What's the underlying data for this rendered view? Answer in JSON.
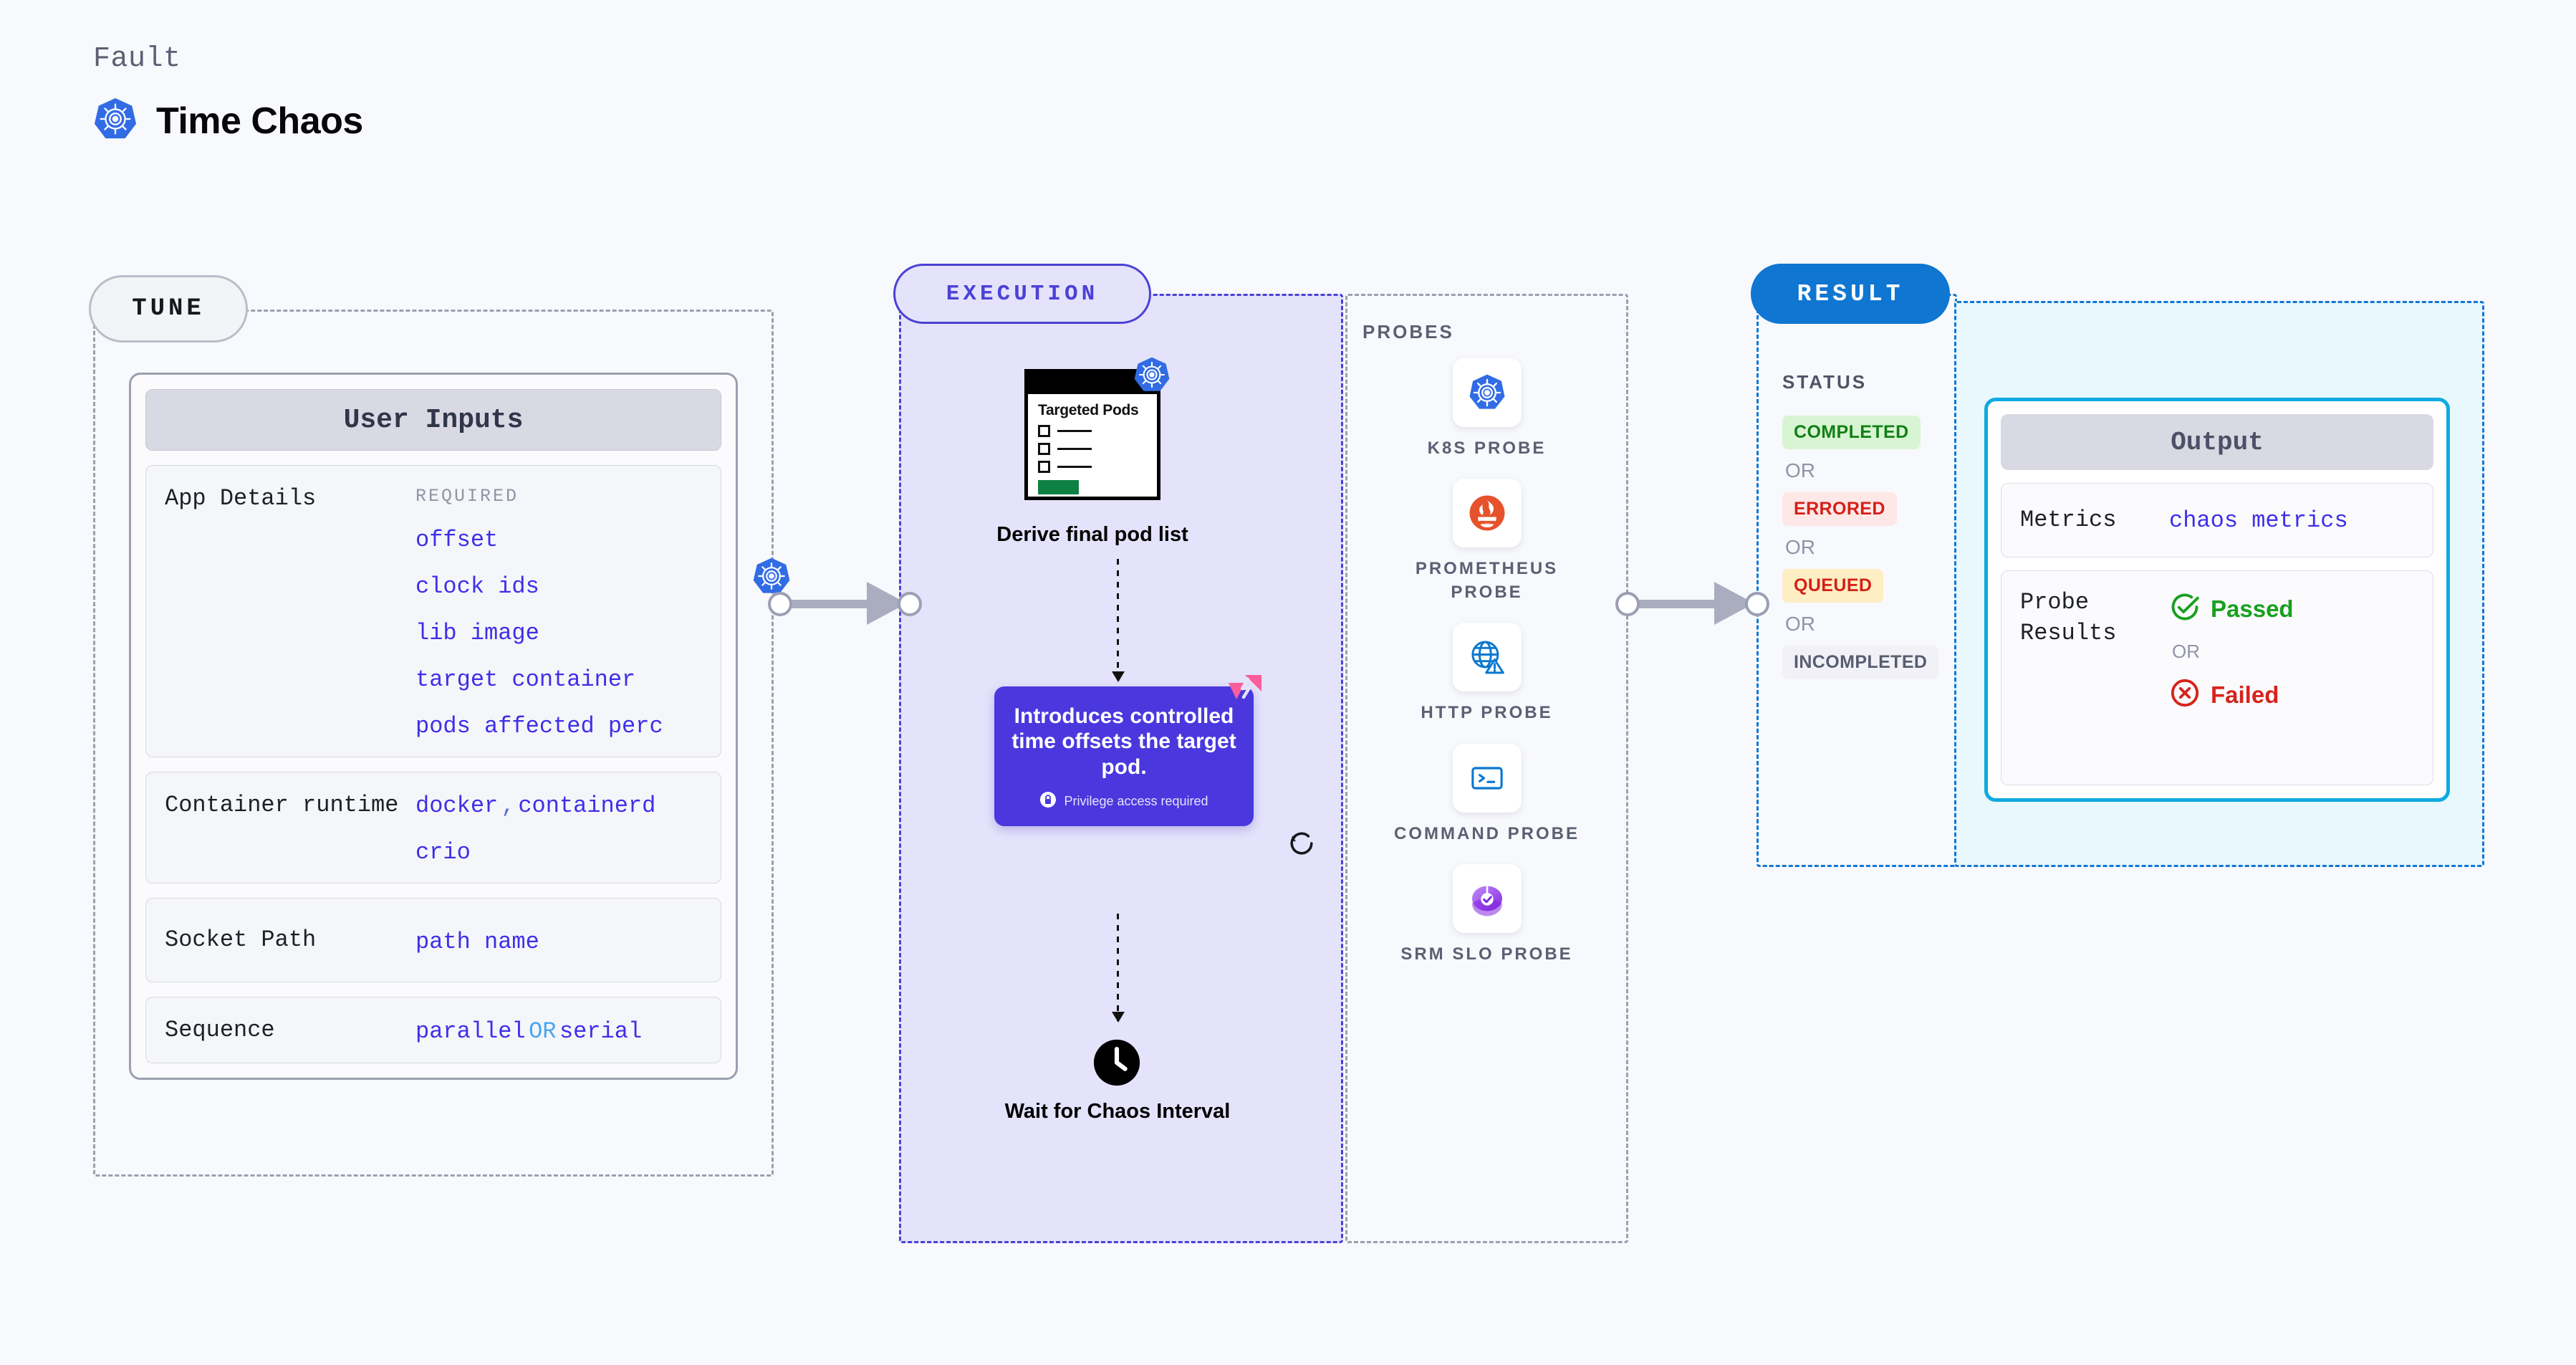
{
  "header": {
    "fault_label": "Fault",
    "title": "Time Chaos",
    "icon": "kubernetes-icon"
  },
  "stages": {
    "tune": {
      "pill": "TUNE",
      "edge_icon": "kubernetes-icon"
    },
    "execution": {
      "pill": "EXECUTION"
    },
    "probes": {
      "title": "PROBES"
    },
    "result": {
      "pill": "RESULT",
      "status_title": "STATUS"
    }
  },
  "user_inputs": {
    "header": "User Inputs",
    "fields": [
      {
        "label": "App Details",
        "required_tag": "REQUIRED",
        "values": [
          "offset",
          "clock ids",
          "lib image",
          "target container",
          "pods affected perc"
        ]
      },
      {
        "label": "Container runtime",
        "values": [
          "docker",
          "containerd",
          "crio"
        ],
        "separator": ","
      },
      {
        "label": "Socket Path",
        "values": [
          "path name"
        ]
      },
      {
        "label": "Sequence",
        "values": [
          "parallel",
          "serial"
        ],
        "separator": "OR"
      }
    ]
  },
  "execution": {
    "pod_doc": {
      "title": "Targeted Pods",
      "icon": "kubernetes-icon",
      "checkbox_rows": 3
    },
    "derive_label": "Derive final pod list",
    "callout": {
      "text": "Introduces controlled time offsets the target pod.",
      "privilege_note": "Privilege access required",
      "privilege_icon": "lock-icon",
      "badge_icon": "litmus-chaos-icon",
      "accent": "#4a38de"
    },
    "refresh_icon": "refresh-icon",
    "wait_node": {
      "icon": "clock-icon",
      "label": "Wait for Chaos Interval"
    }
  },
  "probes": [
    {
      "name": "K8S PROBE",
      "icon": "kubernetes-icon"
    },
    {
      "name": "PROMETHEUS PROBE",
      "icon": "prometheus-icon"
    },
    {
      "name": "HTTP PROBE",
      "icon": "globe-warning-icon"
    },
    {
      "name": "COMMAND PROBE",
      "icon": "terminal-icon"
    },
    {
      "name": "SRM SLO PROBE",
      "icon": "slo-gauge-icon"
    }
  ],
  "result": {
    "statuses": [
      {
        "label": "COMPLETED",
        "bg": "#d8f5d3",
        "fg": "#128016"
      },
      {
        "label": "ERRORED",
        "bg": "#fde8e7",
        "fg": "#d42018"
      },
      {
        "label": "QUEUED",
        "bg": "#fdeec3",
        "fg": "#d42018"
      },
      {
        "label": "INCOMPLETED",
        "bg": "#f1f1f7",
        "fg": "#585d70"
      }
    ],
    "or_label": "OR"
  },
  "output": {
    "header": "Output",
    "metrics": {
      "label": "Metrics",
      "value": "chaos metrics"
    },
    "probe_results": {
      "label": "Probe Results",
      "passed": "Passed",
      "failed": "Failed",
      "or_label": "OR",
      "passed_icon": "check-circle-icon",
      "failed_icon": "x-circle-icon"
    }
  }
}
